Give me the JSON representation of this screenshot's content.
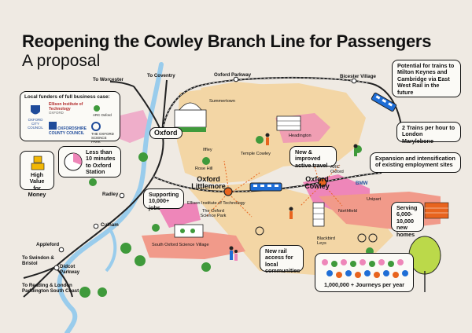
{
  "title": "Reopening the Cowley Branch Line for Passengers",
  "subtitle": "A proposal",
  "colors": {
    "background": "#efeae3",
    "tan_area": "#f3d6a5",
    "pink_area": "#ee86b9",
    "red_area": "#f19a8a",
    "river": "#99ccec",
    "green": "#3f9a3b",
    "rail": "#222222",
    "train_blue": "#1f6ed6",
    "accent_orange": "#e8641e"
  },
  "funders": {
    "heading": "Local funders of full business case:",
    "logos": [
      {
        "name": "OXFORD CITY COUNCIL",
        "icon": "crest-icon"
      },
      {
        "name": "Ellison Institute of Technology",
        "tag": "OXFORD",
        "icon": "eit-logo"
      },
      {
        "name": "ARC Oxford",
        "icon": "arc-logo"
      },
      {
        "name": "OXFORDSHIRE COUNTY COUNCIL",
        "icon": "county-logo"
      },
      {
        "name": "THE OXFORD SCIENCE PARK",
        "icon": "science-park-logo"
      }
    ]
  },
  "callouts": {
    "less_than": "Less than 10 minutes to Oxford Station",
    "value": "High Value for Money",
    "jobs": "Supporting 10,000+ jobs",
    "active_travel": "New & improved active travel",
    "rail_access": "New rail access for local communities",
    "milton": "Potential for trains to Milton Keynes and Cambridge via East West Rail in the future",
    "marylebone": "2 Trains per hour to London Marylebone",
    "expansion": "Expansion and intensification of existing employment sites",
    "homes": "Serving 6,000-10,000 new homes",
    "journeys": "1,000,000 + Journeys per year"
  },
  "stations": {
    "oxford": "Oxford",
    "littlemore": "Oxford Littlemore",
    "cowley": "Oxford Cowley",
    "radley": "Radley",
    "culham": "Culham",
    "appleford": "Appleford",
    "didcot": "Didcot Parkway",
    "oxford_parkway": "Oxford Parkway",
    "bicester": "Bicester Village"
  },
  "places": {
    "to_worcester": "To Worcester",
    "to_coventry": "To Coventry",
    "summertown": "Summertown",
    "headington": "Headington",
    "iffley": "Iffley",
    "rose_hill": "Rose Hill",
    "temple_cowley": "Temple Cowley",
    "arc_oxford": "ARC Oxford",
    "bmw": "BMW",
    "unipart": "Unipart",
    "northfield": "Northfield",
    "blackbird_leys": "Blackbird Leys",
    "eit": "Ellison Institute of Technology",
    "science_park": "The Oxford Science Park",
    "science_village": "South Oxford Science Village",
    "to_swindon": "To Swindon & Bristol",
    "to_reading": "To Reading & London Paddington South Coast"
  }
}
